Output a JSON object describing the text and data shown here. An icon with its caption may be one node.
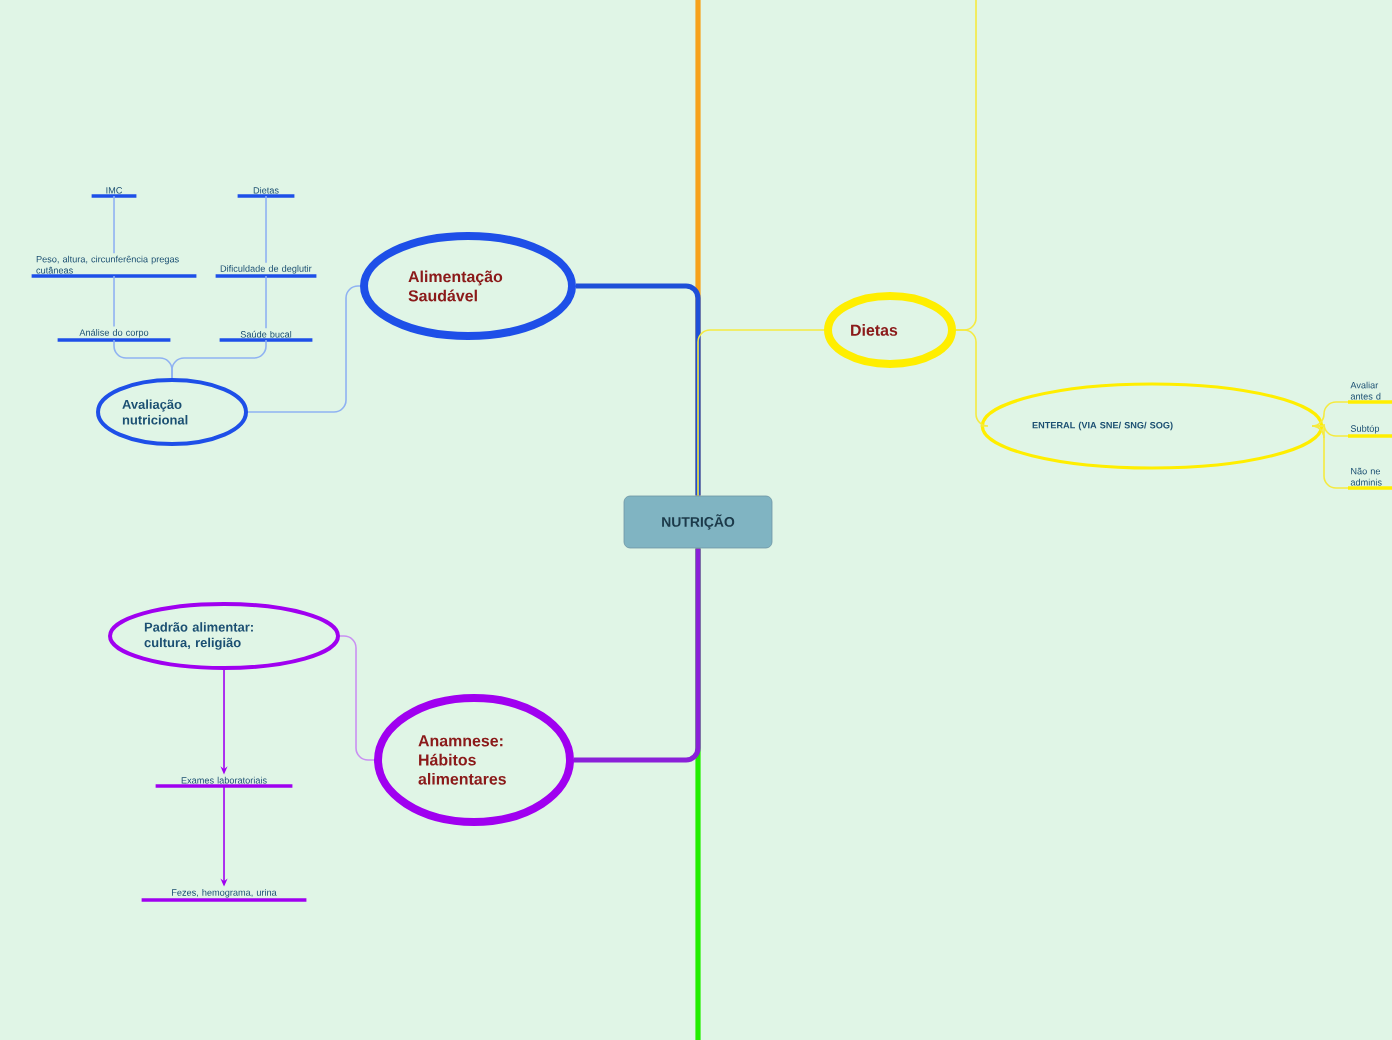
{
  "diagram": {
    "nodes": [
      {
        "text": [
          "NUTRIÇÃO"
        ]
      },
      {
        "text": [
          "Alimentação Saudável"
        ]
      },
      {
        "text": [
          "Avaliação nutricional"
        ]
      },
      {
        "text": [
          "Análise do corpo"
        ]
      },
      {
        "text": [
          "Saúde bucal"
        ]
      },
      {
        "text": [
          "Peso, altura, circunferência pregas cutâneas"
        ]
      },
      {
        "text": [
          "Dificuldade de deglutir"
        ]
      },
      {
        "text": [
          "IMC"
        ]
      },
      {
        "text": [
          "Dietas"
        ]
      },
      {
        "text": [
          "Dietas"
        ]
      },
      {
        "text": [
          "ENTERAL (VIA SNE/ SNG/ SOG)"
        ]
      },
      {
        "text": [
          "Avaliar antes d"
        ]
      },
      {
        "text": [
          "Subtóp"
        ]
      },
      {
        "text": [
          "Não ne adminis"
        ]
      },
      {
        "text": [
          "Anamnese: Hábitos alimentares"
        ]
      },
      {
        "text": [
          "Padrão alimentar: cultura, religião"
        ]
      },
      {
        "text": [
          "Exames laboratoriais"
        ]
      },
      {
        "text": [
          "Fezes, hemograma, urina"
        ]
      }
    ],
    "edges": [
      {
        "from": 0,
        "to": null,
        "arrow": "none",
        "style": "thick",
        "color": "#f7a21b"
      },
      {
        "from": 0,
        "to": null,
        "arrow": "none",
        "style": "thick",
        "color": "#22ee00"
      },
      {
        "from": 0,
        "to": 1,
        "arrow": "none",
        "style": "thick",
        "color": "#1e4fd8"
      },
      {
        "from": 1,
        "to": 2,
        "arrow": "none",
        "color": "#8fb2f2"
      },
      {
        "from": 2,
        "to": 3,
        "arrow": "none",
        "color": "#8fb2f2"
      },
      {
        "from": 2,
        "to": 4,
        "arrow": "none",
        "color": "#8fb2f2"
      },
      {
        "from": 3,
        "to": 5,
        "arrow": "none",
        "color": "#8fb2f2"
      },
      {
        "from": 4,
        "to": 6,
        "arrow": "none",
        "color": "#8fb2f2"
      },
      {
        "from": 5,
        "to": 7,
        "arrow": "none",
        "color": "#8fb2f2"
      },
      {
        "from": 6,
        "to": 8,
        "arrow": "none",
        "color": "#8fb2f2"
      },
      {
        "from": 0,
        "to": 9,
        "arrow": "none",
        "color": "#f5ea40"
      },
      {
        "from": 9,
        "to": null,
        "arrow": "none",
        "color": "#f5ea40"
      },
      {
        "from": 9,
        "to": 10,
        "arrow": "none",
        "color": "#f5ea40"
      },
      {
        "from": 10,
        "to": 11,
        "arrow": "none",
        "color": "#f5ea40"
      },
      {
        "from": 10,
        "to": 12,
        "arrow": "none",
        "color": "#f5ea40"
      },
      {
        "from": 10,
        "to": 13,
        "arrow": "none",
        "color": "#f5ea40"
      },
      {
        "from": 0,
        "to": 14,
        "arrow": "none",
        "style": "thick",
        "color": "#8a20d8"
      },
      {
        "from": 14,
        "to": 15,
        "arrow": "none",
        "color": "#c990f2"
      },
      {
        "from": 15,
        "to": 16,
        "arrow": "to",
        "color": "#a000f0"
      },
      {
        "from": 16,
        "to": 17,
        "arrow": "to",
        "color": "#a000f0"
      }
    ]
  }
}
